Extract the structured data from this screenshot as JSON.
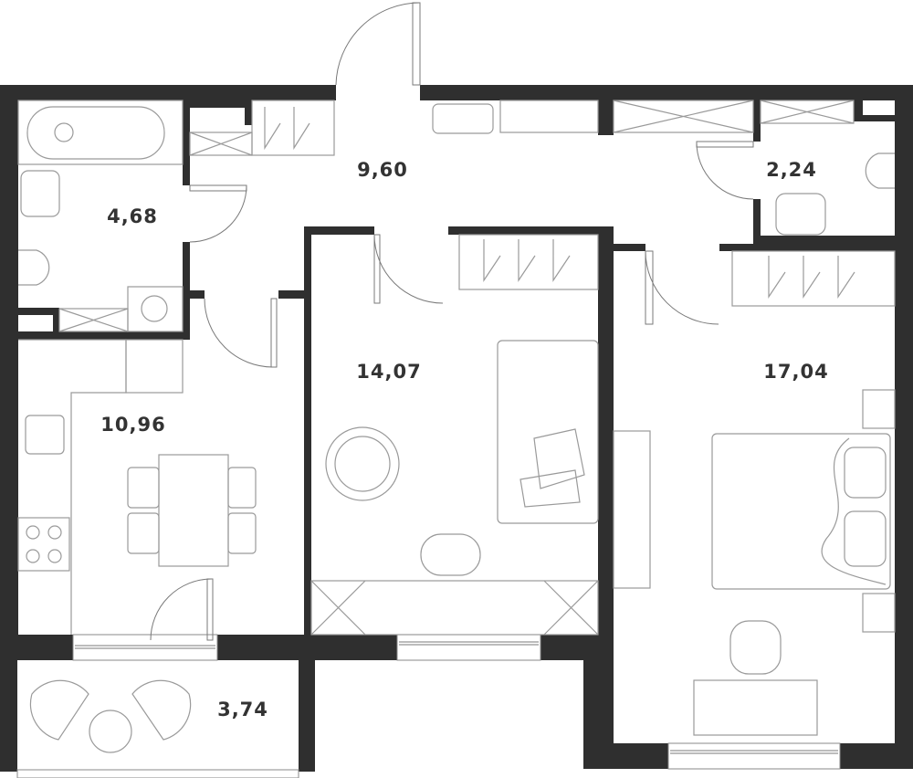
{
  "plan": {
    "wall_color": "#2f2f2f",
    "rooms": [
      {
        "id": "hall",
        "area": "9,60"
      },
      {
        "id": "bathroom",
        "area": "4,68"
      },
      {
        "id": "toilet",
        "area": "2,24"
      },
      {
        "id": "kitchen",
        "area": "10,96"
      },
      {
        "id": "room",
        "area": "14,07"
      },
      {
        "id": "bedroom",
        "area": "17,04"
      },
      {
        "id": "balcony",
        "area": "3,74"
      }
    ]
  }
}
